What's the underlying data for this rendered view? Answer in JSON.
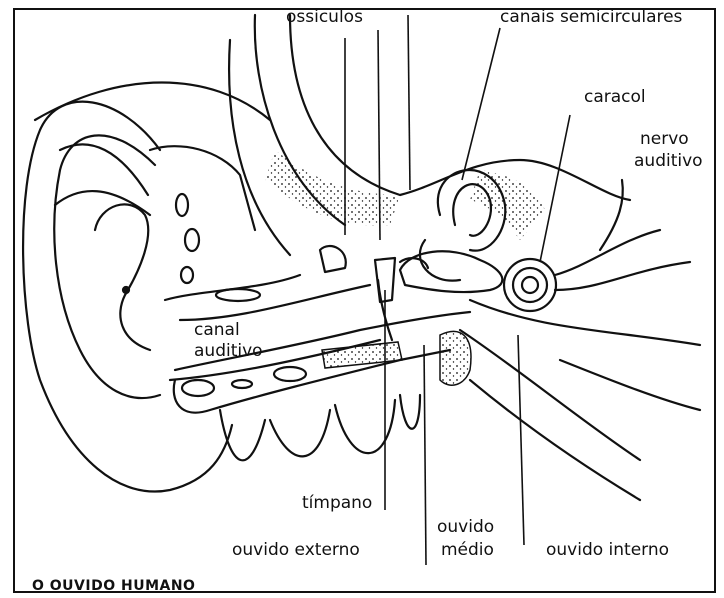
{
  "diagram": {
    "caption": "O OUVIDO HUMANO",
    "labels": {
      "ossiculos": "ossiculos",
      "canais_semicirculares": "canais semicirculares",
      "caracol": "caracol",
      "nervo": "nervo",
      "auditivo": "auditivo",
      "canal": "canal",
      "canal_auditivo": "auditivo",
      "timpano": "tímpano",
      "ouvido_externo": "ouvido externo",
      "ouvido_medio_1": "ouvido",
      "ouvido_medio_2": "médio",
      "ouvido_interno": "ouvido interno"
    }
  }
}
